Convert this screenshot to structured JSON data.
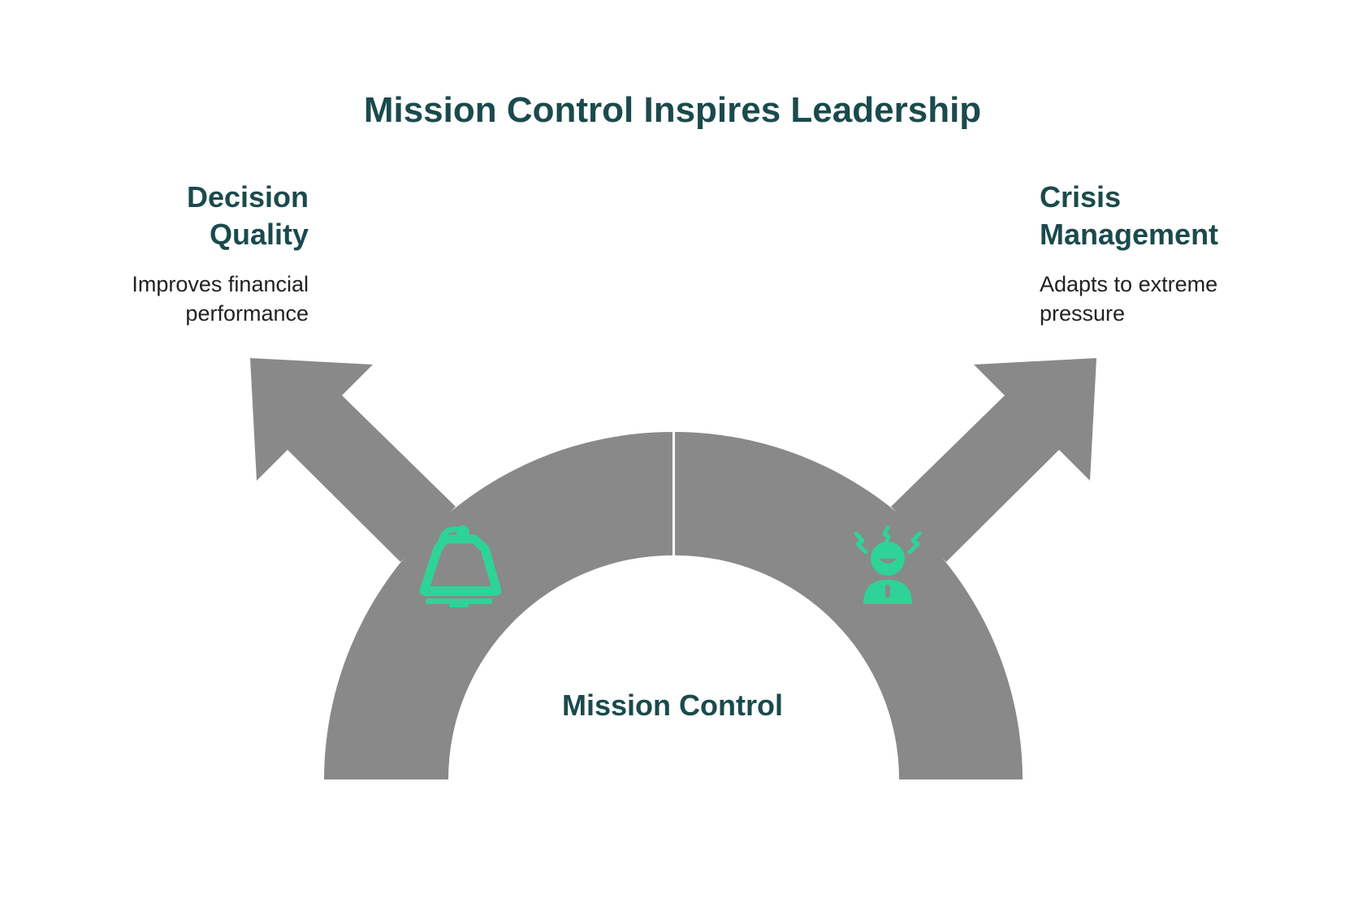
{
  "title": "Mission Control Inspires Leadership",
  "center_label": "Mission Control",
  "left_branch": {
    "heading": "Decision\nQuality",
    "description": "Improves financial\nperformance",
    "icon": "control-console-icon"
  },
  "right_branch": {
    "heading": "Crisis\nManagement",
    "description": "Adapts to extreme\npressure",
    "icon": "stressed-person-icon"
  },
  "colors": {
    "title": "#1b4a4c",
    "arrow": "#898989",
    "icon": "#2ed397",
    "text": "#222222",
    "background": "#ffffff"
  }
}
